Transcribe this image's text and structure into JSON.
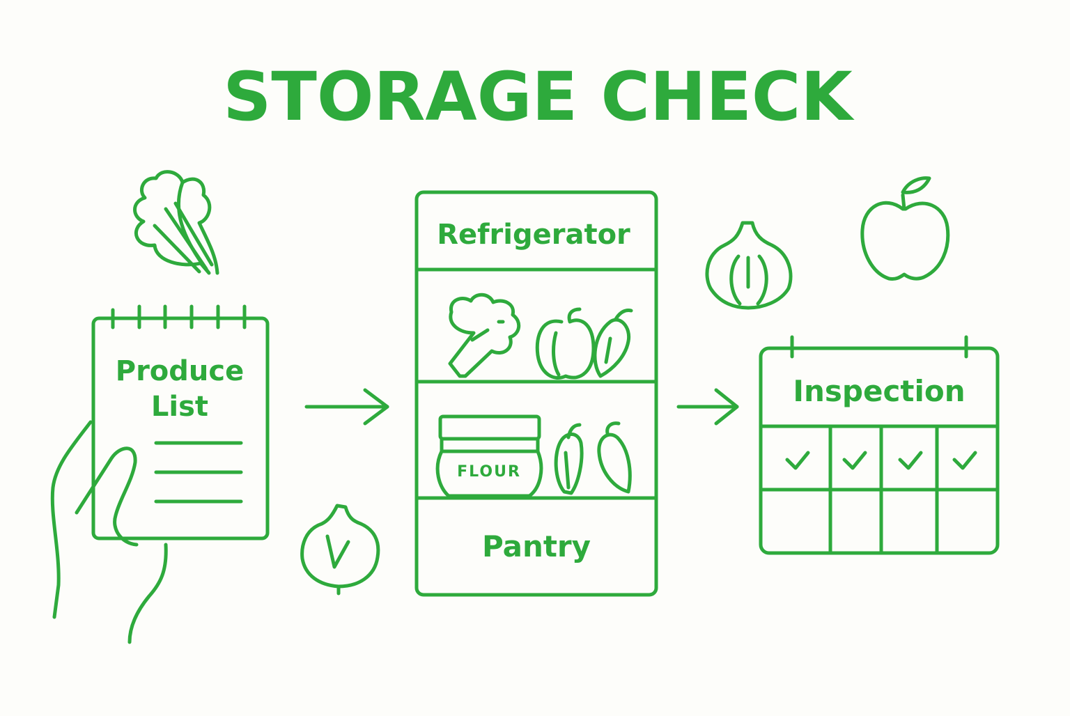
{
  "title": "STORAGE CHECK",
  "produce_list": {
    "label_line1": "Produce",
    "label_line2": "List"
  },
  "storage": {
    "refrigerator_label": "Refrigerator",
    "flour_label": "FLOUR",
    "pantry_label": "Pantry"
  },
  "inspection": {
    "label": "Inspection",
    "checked_cells": 4,
    "empty_cells": 4
  },
  "icons": [
    "lettuce-icon",
    "onion-icon",
    "apple-icon",
    "broccoli-icon",
    "bell-pepper-icon",
    "chili-pepper-icon",
    "flour-jar-icon",
    "hand-icon",
    "arrow-right-icon",
    "check-icon"
  ],
  "colors": {
    "accent": "#2eaa3c",
    "background": "#fdfdfa"
  }
}
